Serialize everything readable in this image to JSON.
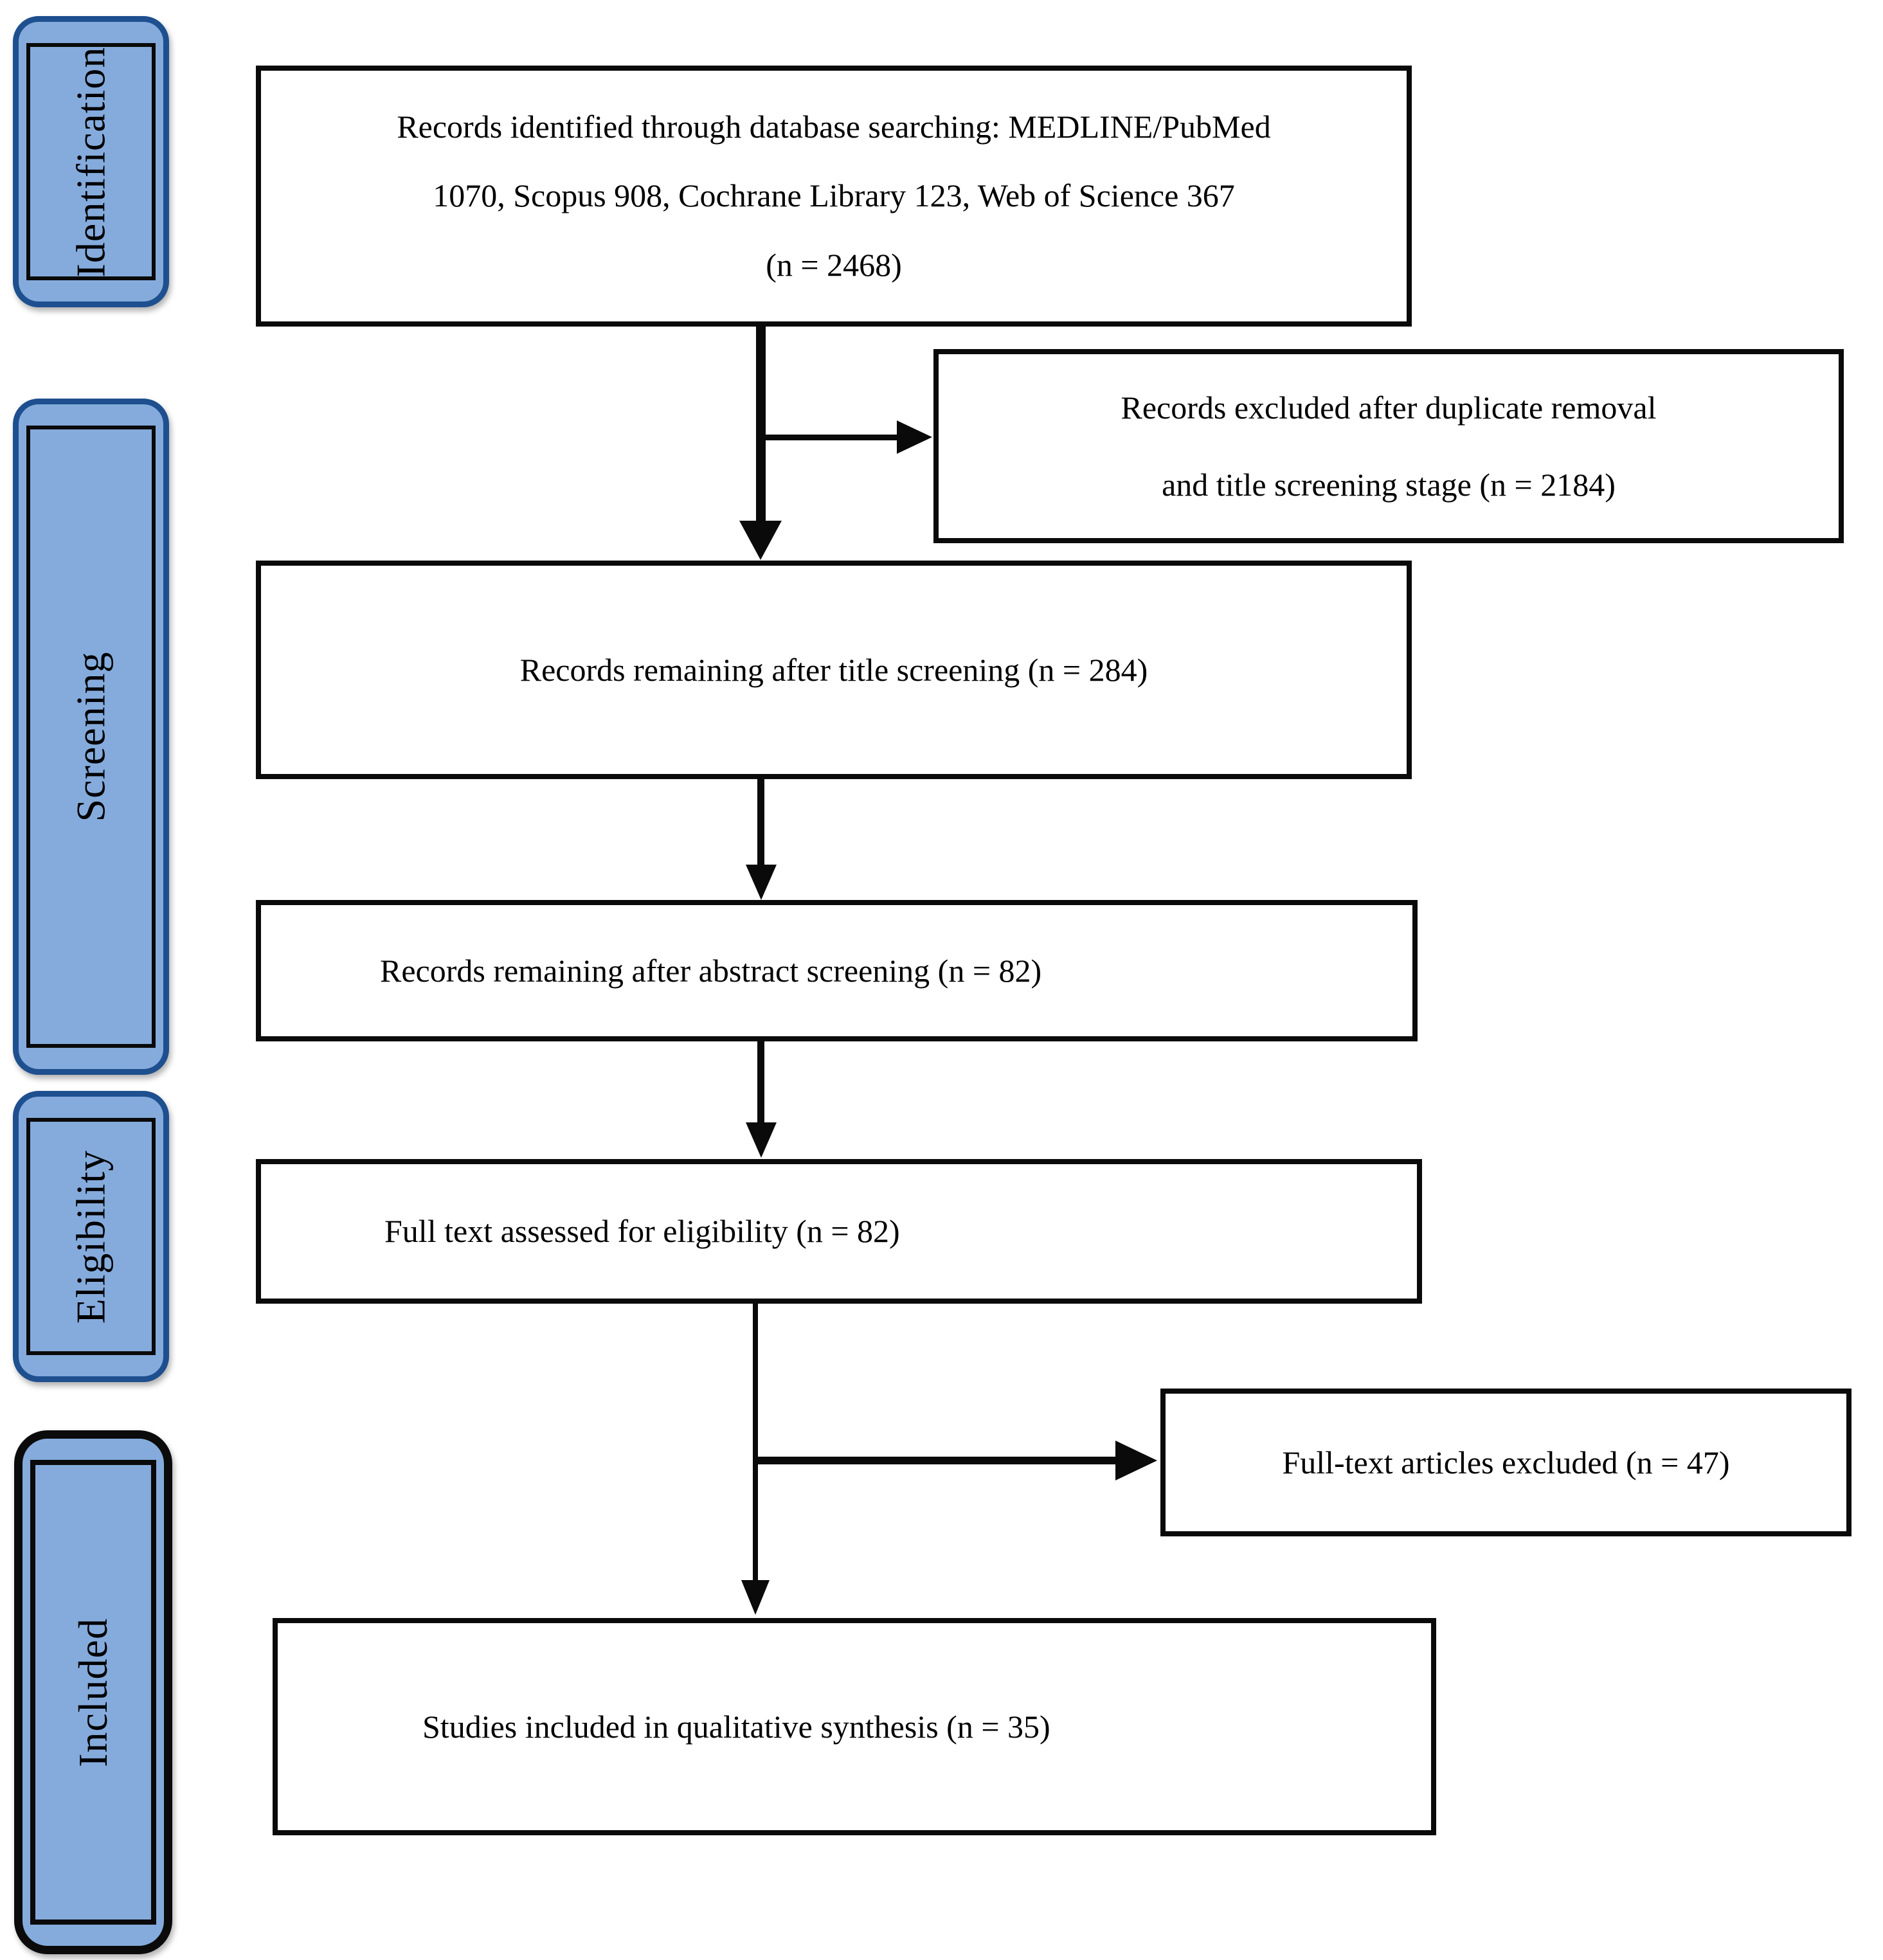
{
  "figure": {
    "type": "prisma-flow-diagram"
  },
  "sidebar": {
    "stages": [
      {
        "label": "Identification"
      },
      {
        "label": "Screening"
      },
      {
        "label": "Eligibility"
      },
      {
        "label": "Included"
      }
    ]
  },
  "flow": {
    "identification_box": {
      "line1": "Records identified through database searching: MEDLINE/PubMed",
      "line2": "1070, Scopus 908, Cochrane Library 123, Web of Science 367",
      "line3": "(n = 2468)"
    },
    "duplicates_excluded_box": {
      "line1": "Records excluded after duplicate removal",
      "line2": "and title screening stage (n = 2184)"
    },
    "title_screening_box": {
      "text": "Records remaining after title screening  (n = 284)"
    },
    "abstract_screening_box": {
      "text": "Records remaining after abstract screening (n = 82)"
    },
    "full_text_box": {
      "text": "Full text assessed for eligibility  (n = 82)"
    },
    "full_text_excluded_box": {
      "text": "Full-text articles excluded (n = 47)"
    },
    "included_box": {
      "text": "Studies included in qualitative synthesis (n = 35)"
    }
  },
  "colors": {
    "stage_fill": "#85ABDC",
    "stage_border_blue": "#1E4F8F",
    "stage_border_black": "#0B0B0B",
    "box_border": "#0A0A0A",
    "text": "#000000",
    "background": "#FFFFFF"
  }
}
